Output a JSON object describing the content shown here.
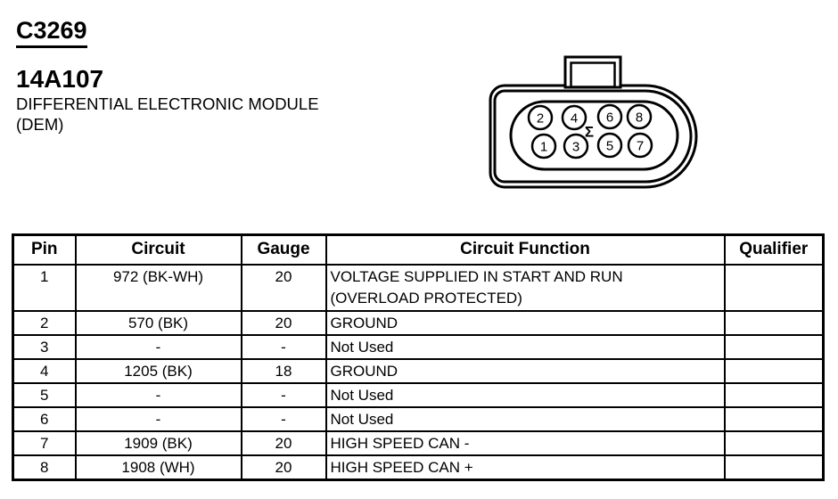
{
  "header": {
    "connector_id": "C3269",
    "part_number": "14A107",
    "component_line1": "DIFFERENTIAL ELECTRONIC MODULE",
    "component_line2": "(DEM)"
  },
  "connector_diagram": {
    "sigma": "Σ",
    "pins_top": [
      "2",
      "4",
      "6",
      "8"
    ],
    "pins_bottom": [
      "1",
      "3",
      "5",
      "7"
    ]
  },
  "pin_table": {
    "headers": {
      "pin": "Pin",
      "circuit": "Circuit",
      "gauge": "Gauge",
      "function": "Circuit Function",
      "qualifier": "Qualifier"
    },
    "rows": [
      {
        "pin": "1",
        "circuit": "972 (BK-WH)",
        "gauge": "20",
        "function": "VOLTAGE SUPPLIED IN START AND RUN\n(OVERLOAD PROTECTED)",
        "qualifier": ""
      },
      {
        "pin": "2",
        "circuit": "570 (BK)",
        "gauge": "20",
        "function": "GROUND",
        "qualifier": ""
      },
      {
        "pin": "3",
        "circuit": "-",
        "gauge": "-",
        "function": "Not Used",
        "qualifier": ""
      },
      {
        "pin": "4",
        "circuit": "1205 (BK)",
        "gauge": "18",
        "function": "GROUND",
        "qualifier": ""
      },
      {
        "pin": "5",
        "circuit": "-",
        "gauge": "-",
        "function": "Not Used",
        "qualifier": ""
      },
      {
        "pin": "6",
        "circuit": "-",
        "gauge": "-",
        "function": "Not Used",
        "qualifier": ""
      },
      {
        "pin": "7",
        "circuit": "1909 (BK)",
        "gauge": "20",
        "function": "HIGH SPEED CAN -",
        "qualifier": ""
      },
      {
        "pin": "8",
        "circuit": "1908 (WH)",
        "gauge": "20",
        "function": "HIGH SPEED CAN +",
        "qualifier": ""
      }
    ]
  },
  "colors": {
    "ink": "#000000",
    "paper": "#ffffff"
  }
}
